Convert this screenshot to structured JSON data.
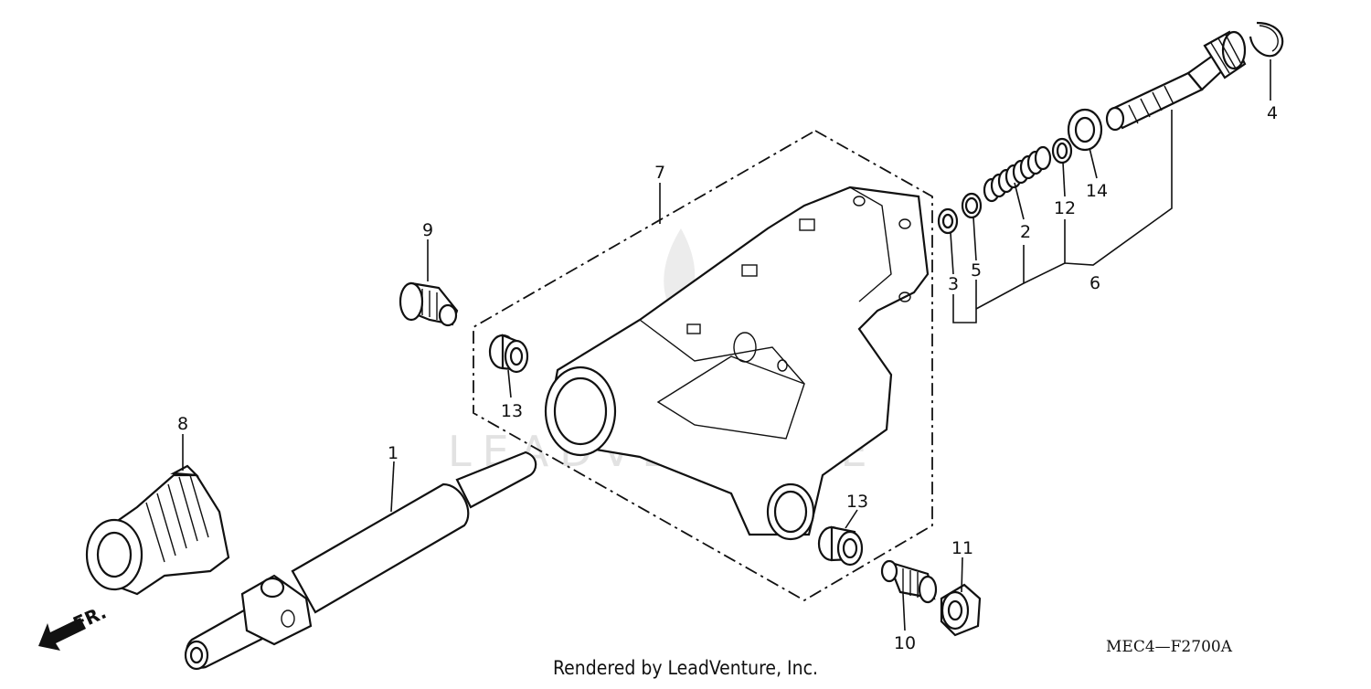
{
  "diagram": {
    "callouts": {
      "c1": "1",
      "c2": "2",
      "c3": "3",
      "c4": "4",
      "c5": "5",
      "c6": "6",
      "c7": "7",
      "c8": "8",
      "c9": "9",
      "c10": "10",
      "c11": "11",
      "c12": "12",
      "c13a": "13",
      "c13b": "13",
      "c14": "14"
    },
    "direction_label": "FR.",
    "diagram_code": "MEC4—F2700A",
    "credit": "Rendered by LeadVenture, Inc.",
    "watermark": "LEADVENTURE"
  }
}
